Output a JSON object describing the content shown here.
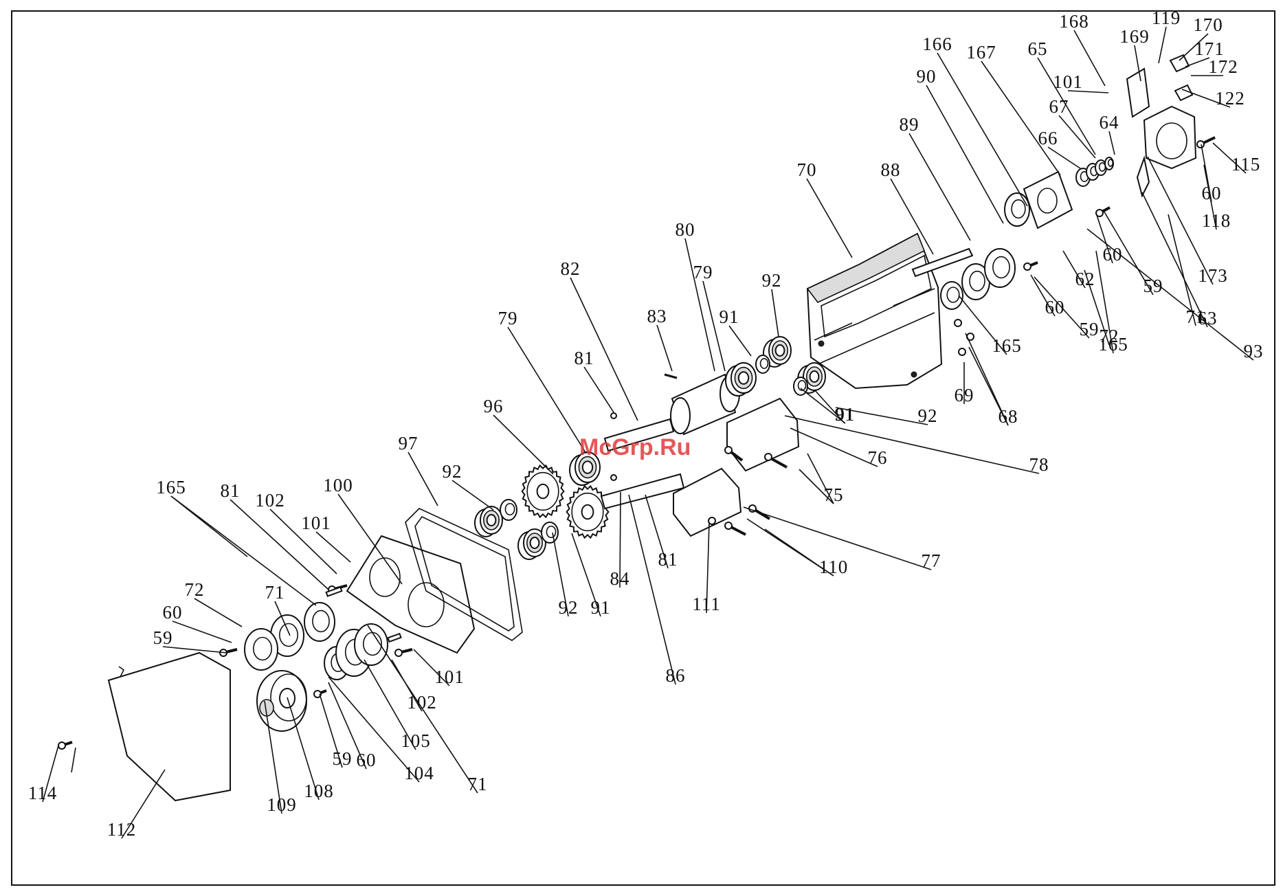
{
  "watermark": "McGrp.Ru",
  "labels": [
    "168",
    "119",
    "170",
    "169",
    "171",
    "172",
    "166",
    "167",
    "65",
    "101",
    "122",
    "90",
    "64",
    "67",
    "89",
    "66",
    "115",
    "70",
    "88",
    "60",
    "118",
    "62",
    "80",
    "60",
    "59",
    "82",
    "173",
    "79",
    "92",
    "71",
    "165",
    "93",
    "63",
    "72",
    "83",
    "91",
    "60",
    "59",
    "79",
    "81",
    "165",
    "69",
    "96",
    "91",
    "68",
    "97",
    "92",
    "92",
    "91",
    "76",
    "78",
    "165",
    "81",
    "102",
    "100",
    "101",
    "75",
    "71",
    "72",
    "60",
    "84",
    "81",
    "77",
    "59",
    "92",
    "91",
    "110",
    "111",
    "101",
    "102",
    "86",
    "105",
    "59",
    "60",
    "104",
    "71",
    "108",
    "114",
    "109",
    "112"
  ]
}
